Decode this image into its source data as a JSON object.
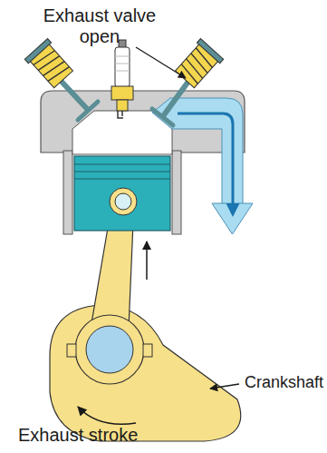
{
  "diagram": {
    "caption": "Exhaust stroke",
    "labels": [
      "Exhaust valve open",
      "Crankshaft"
    ]
  }
}
